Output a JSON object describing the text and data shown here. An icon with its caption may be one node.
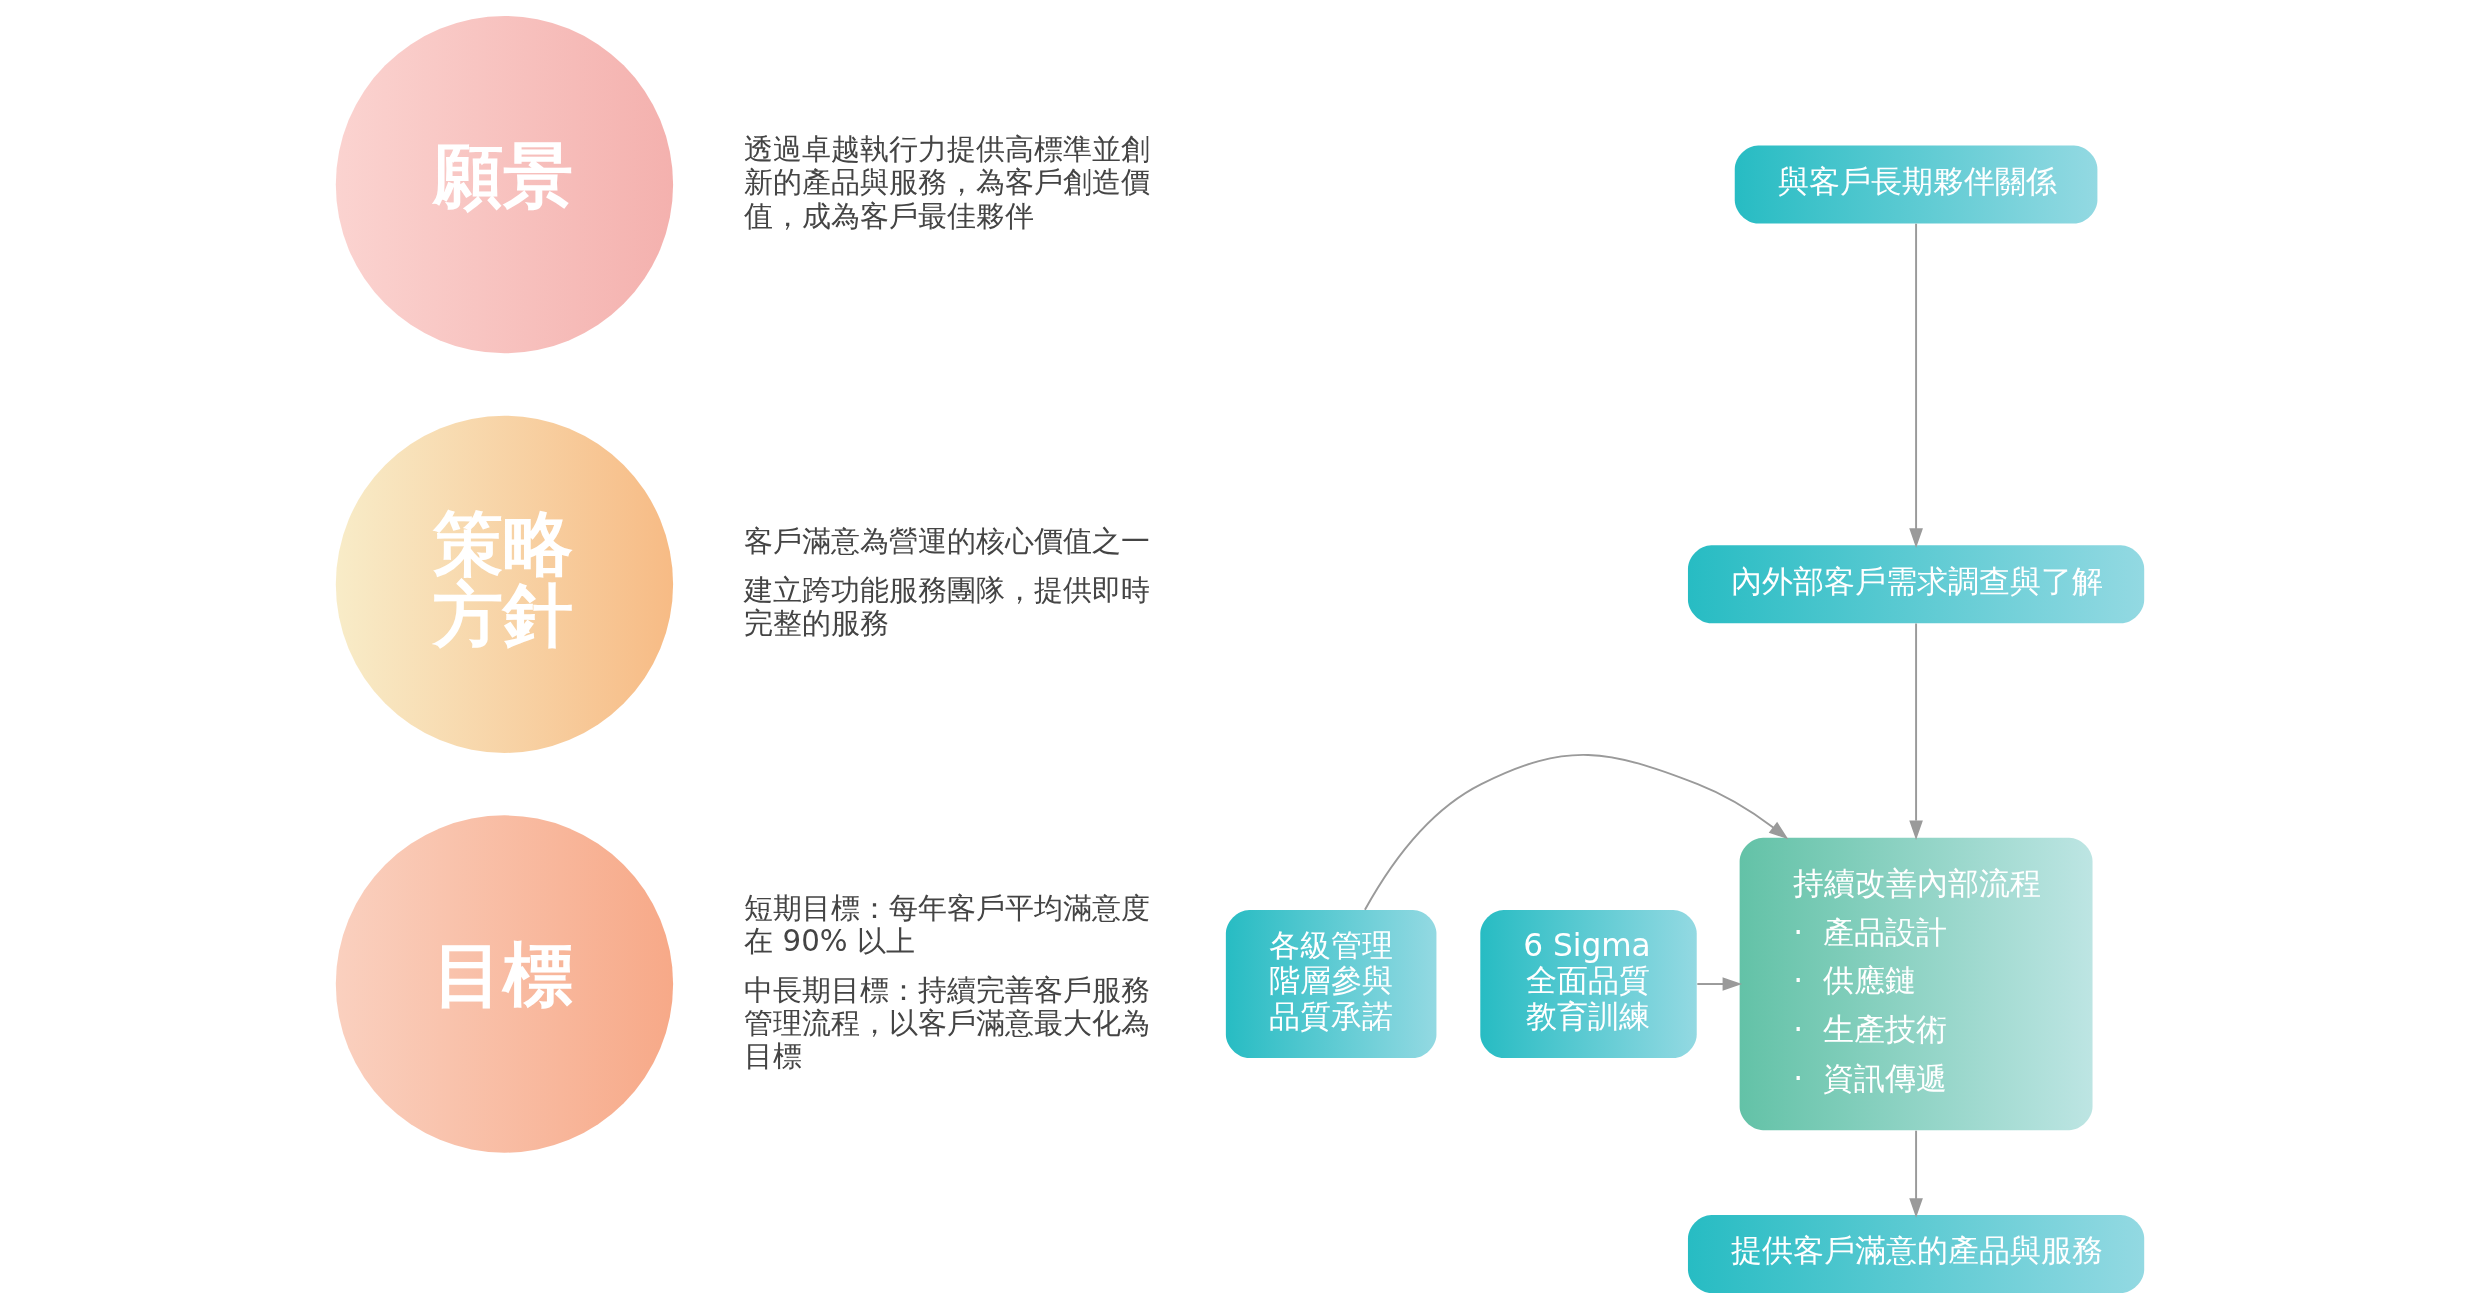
{
  "diagram": {
    "nodes": [
      {
        "text": [
          "願景"
        ],
        "beside": [
          "透過卓越執行力提供高標準並創新的產品與服務，為客戶創造價值，成為客戶最佳夥伴"
        ]
      },
      {
        "text": [
          "策略方針"
        ],
        "beside": [
          "客戶滿意為營運的核心價值之一",
          "建立跨功能服務團隊，提供即時完整的服務"
        ]
      },
      {
        "text": [
          "目標"
        ],
        "beside": [
          "短期目標：每年客戶平均滿意度在 90% 以上",
          "中長期目標：持續完善客戶服務管理流程，以客戶滿意最大化為目標"
        ]
      },
      {
        "text": [
          "與客戶長期夥伴關係"
        ]
      },
      {
        "text": [
          "內外部客戶需求調查與了解"
        ]
      },
      {
        "text": [
          "各級管理階層參與品質承諾"
        ]
      },
      {
        "text": [
          "持續改善內部流程",
          "·  產品設計",
          "·  供應鏈",
          "·  生產技術",
          "·  資訊傳遞"
        ]
      },
      {
        "text": [
          "6 Sigma 全面品質教育訓練"
        ]
      },
      {
        "text": [
          "提供客戶滿意的產品與服務"
        ]
      }
    ],
    "edges": [
      {
        "from": 3,
        "to": 4,
        "arrow": "to"
      },
      {
        "from": 4,
        "to": 6,
        "arrow": "to"
      },
      {
        "from": 5,
        "to": 6,
        "arrow": "to"
      },
      {
        "from": 7,
        "to": 6,
        "arrow": "to"
      },
      {
        "from": 6,
        "to": 8,
        "arrow": "to"
      }
    ]
  }
}
